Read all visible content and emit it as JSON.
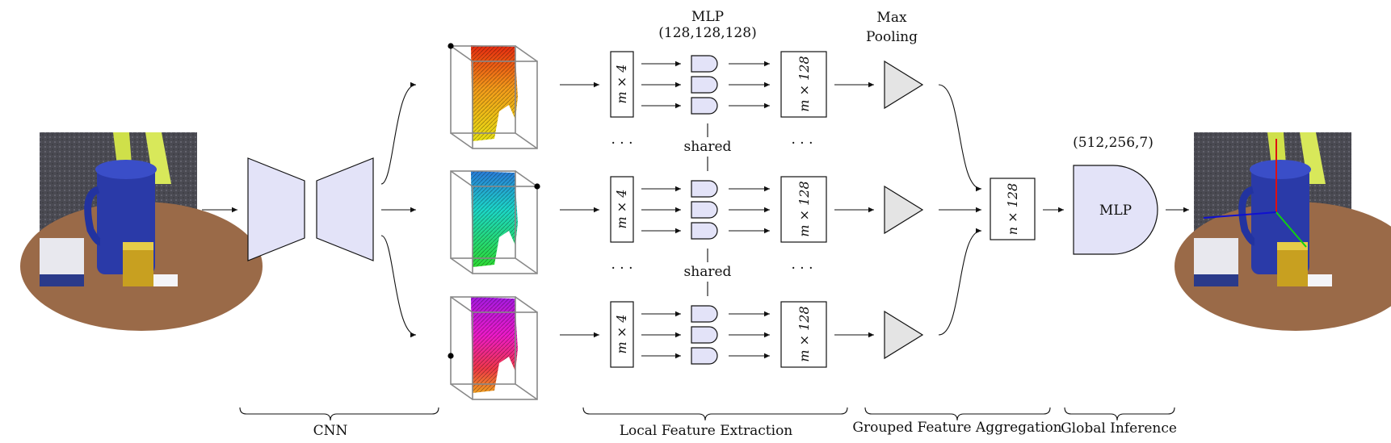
{
  "labels": {
    "mlp_top_title": "MLP",
    "mlp_top_sizes": "(128,128,128)",
    "maxpool_line1": "Max",
    "maxpool_line2": "Pooling",
    "shared": "shared",
    "ellipsis": "· · ·",
    "global_mlp_sizes": "(512,256,7)",
    "global_mlp_label": "MLP"
  },
  "math": {
    "input_dim": "m × 4",
    "local_feat_dim": "m × 128",
    "global_feat_dim": "n × 128"
  },
  "sections": {
    "cnn": "CNN",
    "local": "Local Feature Extraction",
    "grouped": "Grouped Feature Aggregation",
    "global": "Global Inference"
  },
  "colors": {
    "block_fill": "#e3e3f8",
    "pool_fill": "#e4e4e4",
    "stroke": "#111111",
    "cube": "#888888"
  }
}
